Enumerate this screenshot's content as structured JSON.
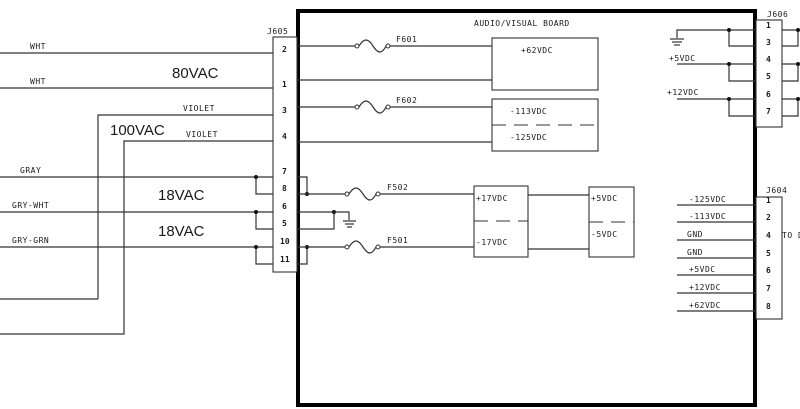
{
  "board": {
    "title": "AUDIO/VISUAL BOARD"
  },
  "j605": {
    "label": "J605",
    "pins": [
      "2",
      "1",
      "3",
      "4",
      "7",
      "8",
      "6",
      "5",
      "10",
      "11"
    ]
  },
  "wires_left": [
    {
      "label": "WHT"
    },
    {
      "label": "WHT"
    },
    {
      "label": "VIOLET"
    },
    {
      "label": "VIOLET"
    },
    {
      "label": "GRAY"
    },
    {
      "label": "GRY-WHT"
    },
    {
      "label": "GRY-GRN"
    }
  ],
  "voltage_annotations": [
    "80VAC",
    "100VAC",
    "18VAC",
    "18VAC"
  ],
  "fuses": [
    "F601",
    "F602",
    "F502",
    "F501"
  ],
  "supply_blocks": {
    "hv1": {
      "top": "+62VDC"
    },
    "hv2": {
      "top": "-113VDC",
      "bottom": "-125VDC"
    },
    "lv1": {
      "top": "+17VDC",
      "bottom": "-17VDC"
    },
    "lv2": {
      "top": "+5VDC",
      "bottom": "-5VDC"
    }
  },
  "j606": {
    "label": "J606",
    "pins": [
      "1",
      "3",
      "4",
      "5",
      "6",
      "7"
    ],
    "signals": [
      "+5VDC",
      "+12VDC"
    ]
  },
  "j604": {
    "label": "J604",
    "pins": [
      "1",
      "2",
      "4",
      "5",
      "6",
      "7",
      "8"
    ],
    "signals": [
      "-125VDC",
      "-113VDC",
      "GND",
      "GND",
      "+5VDC",
      "+12VDC",
      "+62VDC"
    ],
    "destination": "TO DRI"
  },
  "colors": {
    "ink": "#1a1a1a",
    "background": "#ffffff"
  }
}
